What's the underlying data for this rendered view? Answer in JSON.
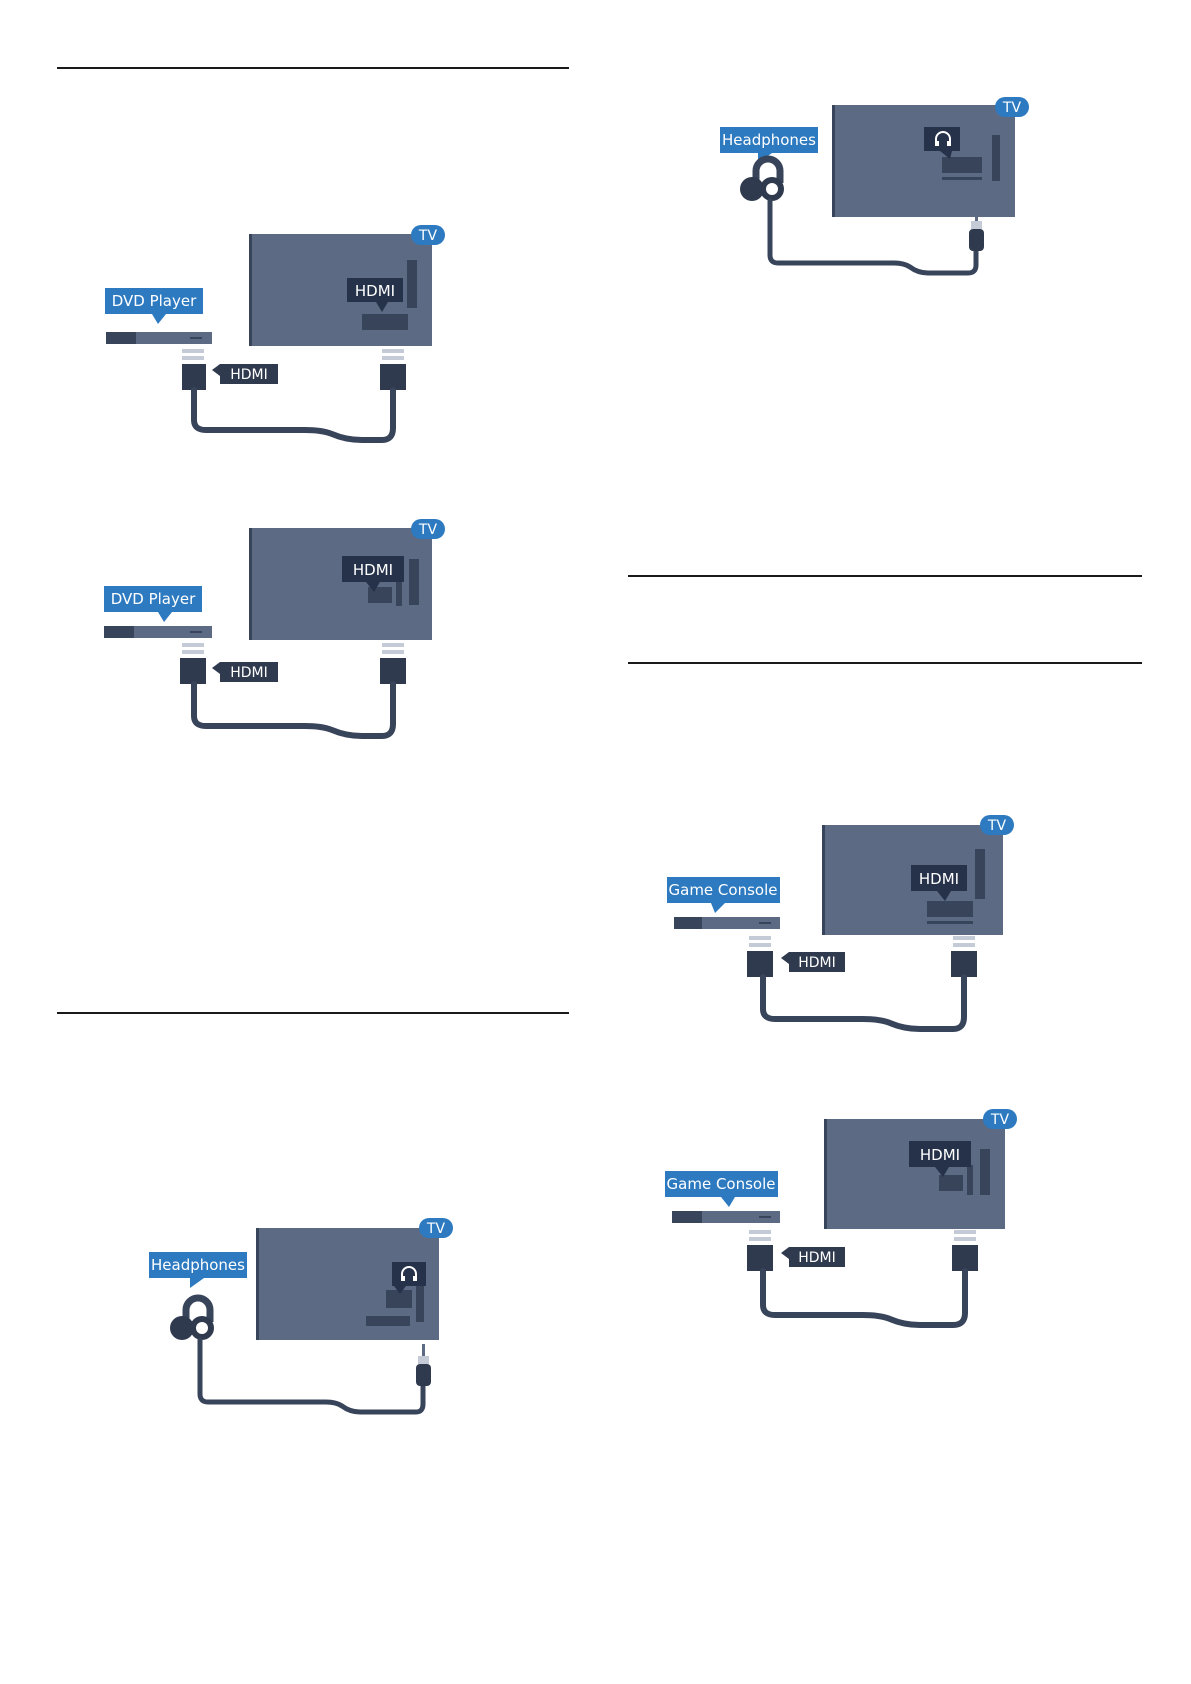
{
  "diagrams": {
    "dvd_1": {
      "device_label": "DVD Player",
      "tv_badge": "TV",
      "tv_port_label": "HDMI",
      "cable_label": "HDMI"
    },
    "dvd_2": {
      "device_label": "DVD Player",
      "tv_badge": "TV",
      "tv_port_label": "HDMI",
      "cable_label": "HDMI"
    },
    "headphones_1": {
      "device_label": "Headphones",
      "tv_badge": "TV",
      "tv_port_icon": "headphone-icon"
    },
    "headphones_2": {
      "device_label": "Headphones",
      "tv_badge": "TV",
      "tv_port_icon": "headphone-icon"
    },
    "game_1": {
      "device_label": "Game Console",
      "tv_badge": "TV",
      "tv_port_label": "HDMI",
      "cable_label": "HDMI"
    },
    "game_2": {
      "device_label": "Game Console",
      "tv_badge": "TV",
      "tv_port_label": "HDMI",
      "cable_label": "HDMI"
    }
  },
  "colors": {
    "tv_body": "#5c6a84",
    "tv_dark": "#38445a",
    "badge_blue": "#2d7ac0",
    "connector_dark": "#2f3a4e",
    "cable": "#38445a",
    "rule": "#1a1a1a"
  }
}
